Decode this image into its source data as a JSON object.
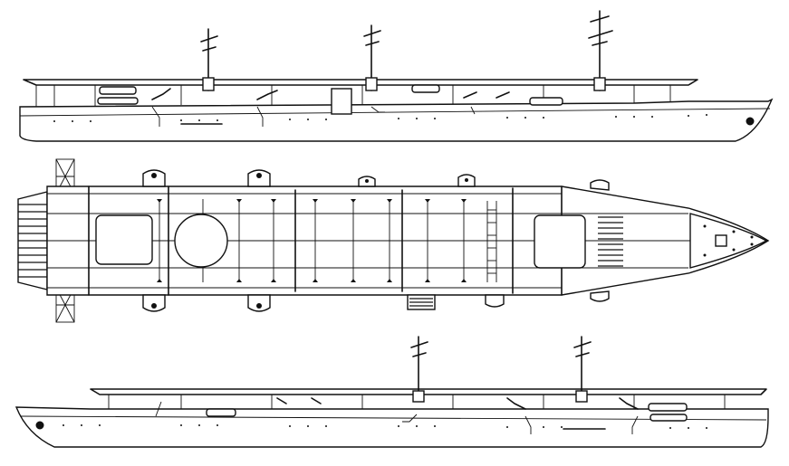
{
  "figure": {
    "description_kind": "line-drawing",
    "colors": {
      "ink": "#111111",
      "paper": "#ffffff"
    },
    "views": [
      {
        "id": "starboard-profile"
      },
      {
        "id": "flight-deck-plan"
      },
      {
        "id": "port-profile"
      }
    ]
  }
}
